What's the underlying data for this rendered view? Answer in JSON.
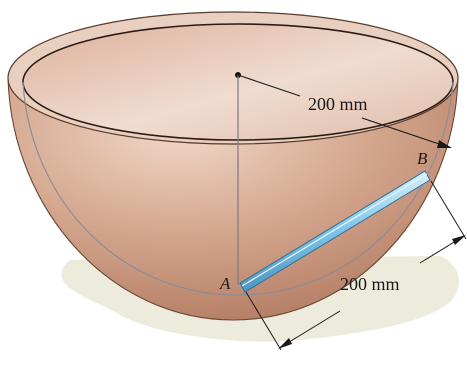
{
  "figure": {
    "radius_label": "200 mm",
    "rod_length_label": "200 mm",
    "point_a_label": "A",
    "point_b_label": "B"
  },
  "colors": {
    "bowl_outer": "#c7957d",
    "bowl_inner": "#ddb9a6",
    "bowl_rim": "#e7cbbb",
    "rod": "#7cc4e8",
    "rod_edge": "#3f7fa8",
    "shadow": "#ececdc",
    "line": "#1a1a1a"
  }
}
